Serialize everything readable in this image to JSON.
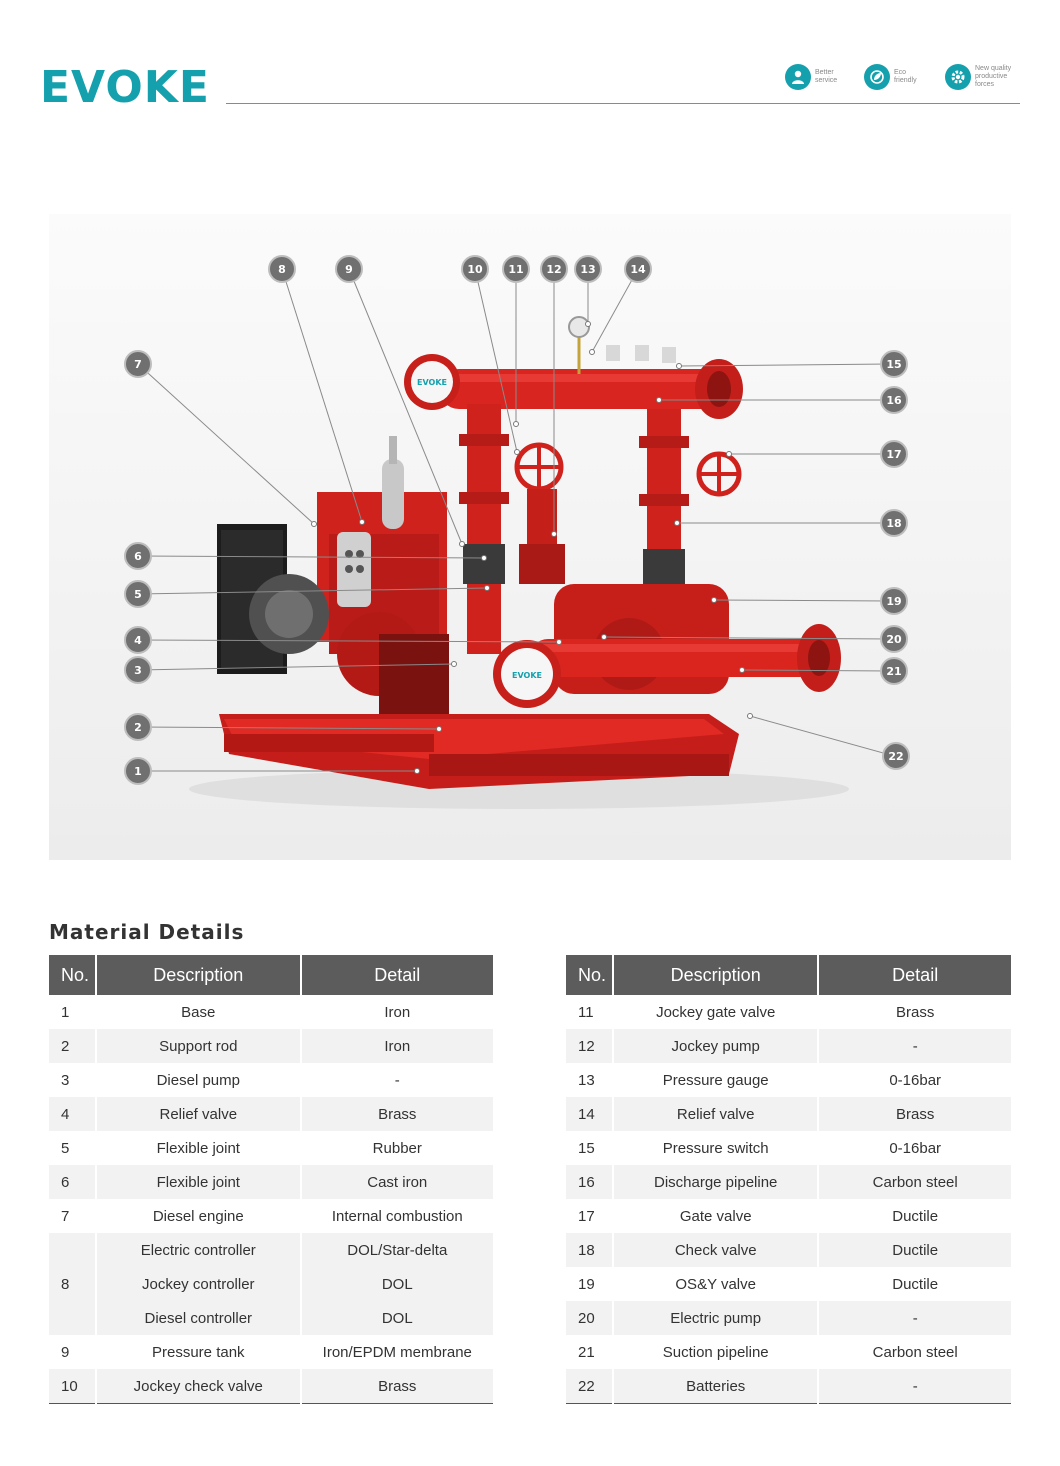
{
  "brand": {
    "logo": "EVOKE",
    "accent": "#14a0ad",
    "pump_red": "#d5201c"
  },
  "badges": [
    {
      "icon": "service-person-icon",
      "text": "Better\nservice"
    },
    {
      "icon": "eco-leaf-icon",
      "text": "Eco\nfriendly"
    },
    {
      "icon": "gear-icon",
      "text": "New quality\nproductive\nforces"
    }
  ],
  "diagram": {
    "plate_text": "EVOKE",
    "callouts": [
      "1",
      "2",
      "3",
      "4",
      "5",
      "6",
      "7",
      "8",
      "9",
      "10",
      "11",
      "12",
      "13",
      "14",
      "15",
      "16",
      "17",
      "18",
      "19",
      "20",
      "21",
      "22"
    ]
  },
  "material": {
    "title": "Material Details",
    "headers": [
      "No.",
      "Description",
      "Detail"
    ],
    "left": [
      {
        "no": "1",
        "rows": [
          [
            "Base",
            "Iron"
          ]
        ]
      },
      {
        "no": "2",
        "rows": [
          [
            "Support rod",
            "Iron"
          ]
        ]
      },
      {
        "no": "3",
        "rows": [
          [
            "Diesel pump",
            "-"
          ]
        ]
      },
      {
        "no": "4",
        "rows": [
          [
            "Relief valve",
            "Brass"
          ]
        ]
      },
      {
        "no": "5",
        "rows": [
          [
            "Flexible joint",
            "Rubber"
          ]
        ]
      },
      {
        "no": "6",
        "rows": [
          [
            "Flexible joint",
            "Cast iron"
          ]
        ]
      },
      {
        "no": "7",
        "rows": [
          [
            "Diesel engine",
            "Internal combustion"
          ]
        ]
      },
      {
        "no": "8",
        "rows": [
          [
            "Electric controller",
            "DOL/Star-delta"
          ],
          [
            "Jockey controller",
            "DOL"
          ],
          [
            "Diesel controller",
            "DOL"
          ]
        ]
      },
      {
        "no": "9",
        "rows": [
          [
            "Pressure tank",
            "Iron/EPDM  membrane"
          ]
        ]
      },
      {
        "no": "10",
        "rows": [
          [
            "Jockey check valve",
            "Brass"
          ]
        ]
      }
    ],
    "right": [
      {
        "no": "11",
        "rows": [
          [
            "Jockey gate valve",
            "Brass"
          ]
        ]
      },
      {
        "no": "12",
        "rows": [
          [
            "Jockey pump",
            "-"
          ]
        ]
      },
      {
        "no": "13",
        "rows": [
          [
            "Pressure gauge",
            "0-16bar"
          ]
        ]
      },
      {
        "no": "14",
        "rows": [
          [
            "Relief valve",
            "Brass"
          ]
        ]
      },
      {
        "no": "15",
        "rows": [
          [
            "Pressure switch",
            "0-16bar"
          ]
        ]
      },
      {
        "no": "16",
        "rows": [
          [
            "Discharge pipeline",
            "Carbon steel"
          ]
        ]
      },
      {
        "no": "17",
        "rows": [
          [
            "Gate valve",
            "Ductile"
          ]
        ]
      },
      {
        "no": "18",
        "rows": [
          [
            "Check valve",
            "Ductile"
          ]
        ]
      },
      {
        "no": "19",
        "rows": [
          [
            "OS&Y valve",
            "Ductile"
          ]
        ]
      },
      {
        "no": "20",
        "rows": [
          [
            "Electric pump",
            "-"
          ]
        ]
      },
      {
        "no": "21",
        "rows": [
          [
            "Suction pipeline",
            "Carbon steel"
          ]
        ]
      },
      {
        "no": "22",
        "rows": [
          [
            "Batteries",
            "-"
          ]
        ]
      }
    ]
  }
}
